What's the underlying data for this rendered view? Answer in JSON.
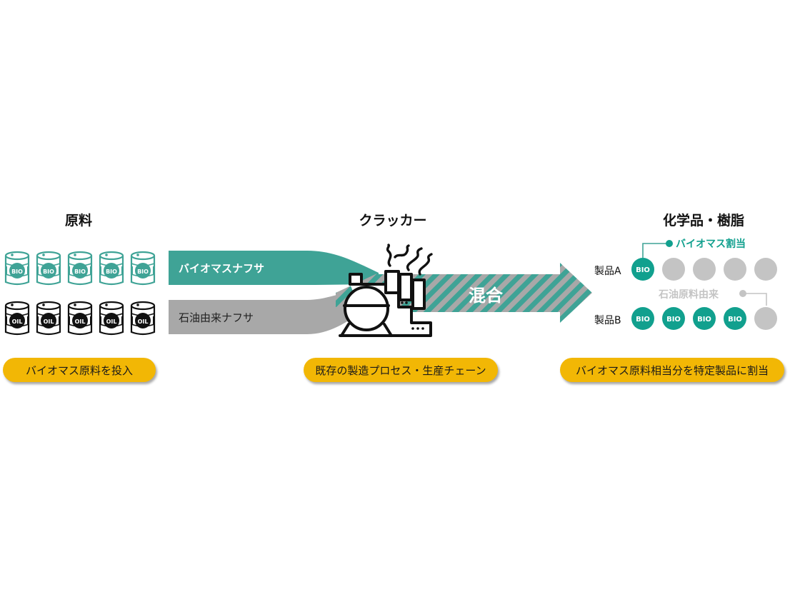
{
  "colors": {
    "teal": "#3fa396",
    "teal_dark": "#11a08e",
    "gray": "#a8a8a8",
    "light_gray": "#c4c4c4",
    "black": "#111111",
    "yellow": "#f2b705"
  },
  "sections": {
    "raw_materials": {
      "title": "原料",
      "caption": "バイオマス原料を投入"
    },
    "cracker": {
      "title": "クラッカー",
      "caption": "既存の製造プロセス・生産チェーン"
    },
    "products": {
      "title": "化学品・樹脂",
      "caption": "バイオマス原料相当分を特定製品に割当"
    }
  },
  "barrels": {
    "bio": {
      "label": "BIO",
      "count": 5
    },
    "oil": {
      "label": "OIL",
      "count": 5
    }
  },
  "flows": {
    "bio_naphtha": "バイオマスナフサ",
    "oil_naphtha": "石油由来ナフサ",
    "mix": "混合"
  },
  "icons": {
    "factory": "factory-icon",
    "arrow": "mix-arrow-icon"
  },
  "product_rows": [
    {
      "label": "製品A",
      "circles": [
        "BIO",
        "",
        "",
        "",
        ""
      ]
    },
    {
      "label": "製品B",
      "circles": [
        "BIO",
        "BIO",
        "BIO",
        "BIO",
        ""
      ]
    }
  ],
  "annotations": {
    "bio_allocation": "バイオマス割当",
    "petro_origin": "石油原料由来"
  }
}
